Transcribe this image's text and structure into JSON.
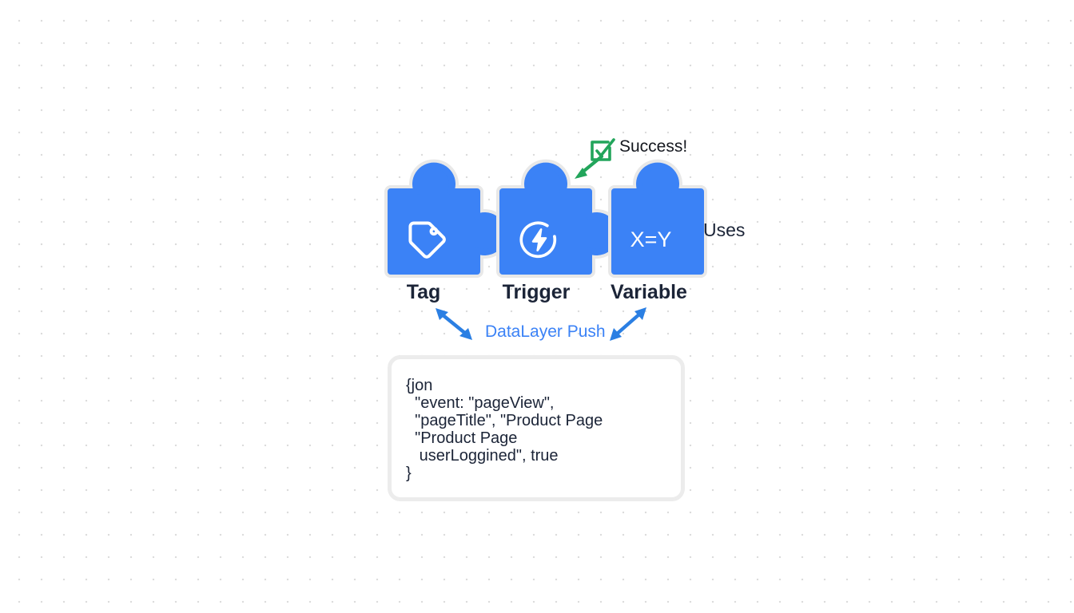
{
  "diagram": {
    "title": "Google Tag Manager concept diagram",
    "background": {
      "color": "#ffffff",
      "dot_color": "#dcdcdc"
    },
    "accent_blue": "#3b82f6",
    "piece_blue": "#3b82f6",
    "piece_outline": "#e6e6e6",
    "success_green": "#22a55b",
    "label_color": "#1b2437"
  },
  "pieces": [
    {
      "id": "tag",
      "label": "Tag",
      "icon": "tag-icon",
      "icon_text": ""
    },
    {
      "id": "trigger",
      "label": "Trigger",
      "icon": "lightning-icon",
      "icon_text": ""
    },
    {
      "id": "variable",
      "label": "Variable",
      "icon": "equation-text",
      "icon_text": "X=Y"
    }
  ],
  "annotations": {
    "success": {
      "label": "Success!",
      "icon": "check-square-icon",
      "arrow": "arrow-down-left-icon",
      "color": "#22a55b"
    },
    "uses": {
      "label": "Uses"
    },
    "datalayer": {
      "label": "DataLayer Push",
      "color": "#3b82f6",
      "left_arrow": "double-arrow-icon",
      "right_arrow": "double-arrow-icon"
    }
  },
  "code_box": {
    "language": "json",
    "lines": [
      "{jon",
      "  \"event: \"pageView\",",
      "  \"pageTitle\", \"Product Page",
      "  \"Product Page",
      "   userLoggined\", true",
      "}"
    ],
    "text": "{jon\n  \"event: \"pageView\",\n  \"pageTitle\", \"Product Page\n  \"Product Page\n   userLoggined\", true\n}"
  }
}
